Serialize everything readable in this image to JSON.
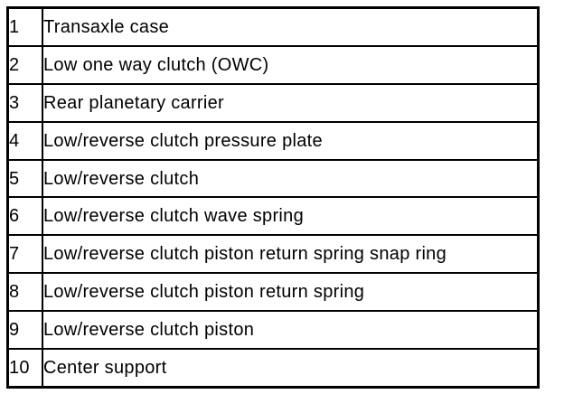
{
  "colors": {
    "background": "#ffffff",
    "border": "#000000",
    "text": "#000000"
  },
  "table": {
    "rows": [
      {
        "number": "1",
        "description": "Transaxle case"
      },
      {
        "number": "2",
        "description": "Low one way clutch (OWC)"
      },
      {
        "number": "3",
        "description": "Rear planetary carrier"
      },
      {
        "number": "4",
        "description": "Low/reverse clutch pressure plate"
      },
      {
        "number": "5",
        "description": "Low/reverse clutch"
      },
      {
        "number": "6",
        "description": "Low/reverse clutch wave spring"
      },
      {
        "number": "7",
        "description": "Low/reverse clutch piston return spring snap ring"
      },
      {
        "number": "8",
        "description": "Low/reverse clutch piston return spring"
      },
      {
        "number": "9",
        "description": "Low/reverse clutch piston"
      },
      {
        "number": "10",
        "description": "Center support"
      }
    ]
  }
}
